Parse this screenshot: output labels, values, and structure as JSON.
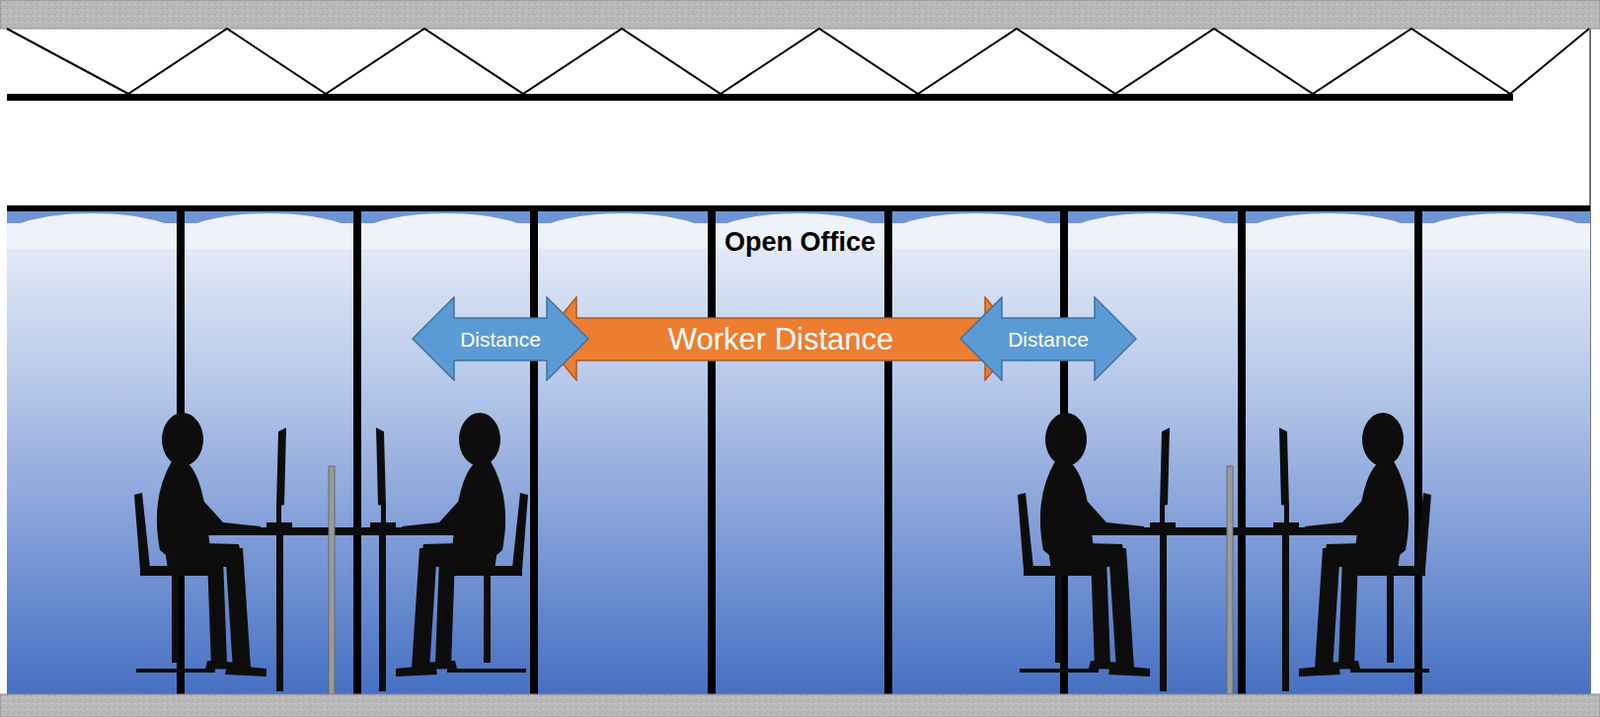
{
  "diagram": {
    "nodes": [
      {
        "text": [
          "Distance"
        ]
      },
      {
        "text": [
          "Worker Distance"
        ]
      },
      {
        "text": [
          "Distance"
        ]
      }
    ],
    "labels": [
      "Open Office"
    ]
  }
}
